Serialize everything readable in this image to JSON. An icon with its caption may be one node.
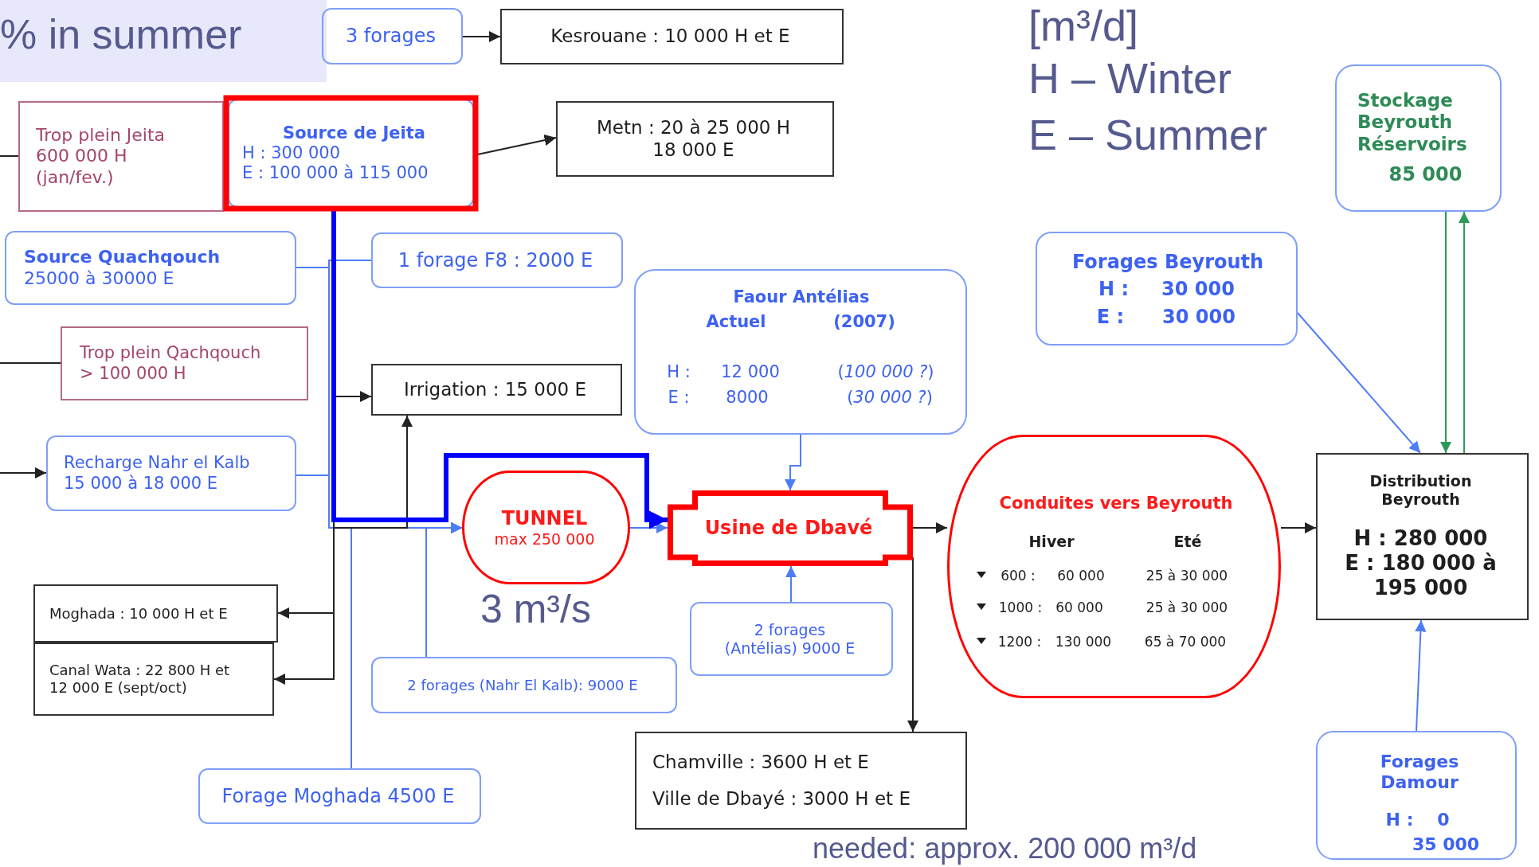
{
  "diagram": {
    "nodes": [
      {
        "text": [
          "3 forages"
        ]
      },
      {
        "text": [
          "Kesrouane : 10 000 H et E"
        ]
      },
      {
        "text": [
          "Trop plein Jeita",
          "600 000 H",
          "(jan/fev.)"
        ]
      },
      {
        "text": [
          "Source de Jeita",
          "H : 300 000",
          "E : 100 000 à 115 000"
        ]
      },
      {
        "text": [
          "Metn : 20 à 25 000 H",
          "18 000 E"
        ]
      },
      {
        "text": [
          "Source Quachqouch",
          "25000 à 30000 E"
        ]
      },
      {
        "text": [
          "1 forage F8 : 2000 E"
        ]
      },
      {
        "text": [
          "Trop plein Qachqouch",
          "> 100 000 H"
        ]
      },
      {
        "text": [
          "Irrigation : 15 000 E"
        ]
      },
      {
        "text": [
          "Faour Antélias",
          "Actuel",
          "(2007)",
          "H :",
          "12 000",
          "(*100 000 ?*)",
          "E :",
          "8000",
          "(*30 000 ?*)"
        ]
      },
      {
        "text": [
          "Forages Beyrouth",
          "H :",
          "30 000",
          "E :",
          "30 000"
        ]
      },
      {
        "text": [
          "Stockage Beyrouth Réservoirs",
          "85 000"
        ]
      },
      {
        "text": [
          "Recharge Nahr el Kalb",
          "15 000 à 18 000 E"
        ]
      },
      {
        "text": [
          "TUNNEL",
          "max 250 000"
        ]
      },
      {
        "text": [
          "Usine de Dbavé"
        ]
      },
      {
        "text": [
          "Conduites vers Beyrouth",
          "Hiver",
          "Eté",
          "600 :",
          "60 000",
          "25 à 30 000",
          "1000 :",
          "60 000",
          "25 à 30 000",
          "1200 :",
          "130 000",
          "65 à 70 000"
        ]
      },
      {
        "text": [
          "Distribution Beyrouth",
          "H : 280 000",
          "E : 180 000 à 195 000"
        ]
      },
      {
        "text": [
          "Moghada : 10 000 H et E"
        ]
      },
      {
        "text": [
          "Canal Wata : 22 800 H et 12 000 E (sept/oct)"
        ]
      },
      {
        "text": [
          "2 forages (Antélias) 9000 E"
        ]
      },
      {
        "text": [
          "2 forages (Nahr El Kalb): 9000 E"
        ]
      },
      {
        "text": [
          "Chamville : 3600 H et E",
          "Ville de Dbayé : 3000 H et E"
        ]
      },
      {
        "text": [
          "Forage Moghada 4500 E"
        ]
      },
      {
        "text": [
          "Forages Damour",
          "H :",
          "0",
          "35 000"
        ]
      }
    ],
    "edges": [
      {
        "from": 0,
        "to": 1,
        "arrow": "to"
      },
      {
        "from": 3,
        "to": 4,
        "arrow": "to"
      },
      {
        "from": null,
        "to": 2,
        "arrow": "none"
      },
      {
        "from": null,
        "to": 7,
        "arrow": "none"
      },
      {
        "from": null,
        "to": 12,
        "arrow": "to"
      },
      {
        "from": 3,
        "to": 8,
        "arrow": "to"
      },
      {
        "from": 3,
        "to": 8,
        "arrow": "to"
      },
      {
        "from": 3,
        "to": 17,
        "arrow": "to"
      },
      {
        "from": 3,
        "to": 18,
        "arrow": "to"
      },
      {
        "from": 5,
        "to": 13,
        "arrow": "to",
        "color": "#4f7cf7"
      },
      {
        "from": 6,
        "to": 13,
        "arrow": "to",
        "color": "#4f7cf7"
      },
      {
        "from": 12,
        "to": 13,
        "arrow": "to",
        "color": "#4f7cf7"
      },
      {
        "from": 22,
        "to": 13,
        "arrow": "to",
        "color": "#4f7cf7"
      },
      {
        "from": 20,
        "to": 13,
        "arrow": "to",
        "color": "#4f7cf7"
      },
      {
        "from": 13,
        "to": 14,
        "arrow": "to",
        "color": "#4f7cf7"
      },
      {
        "from": 3,
        "to": 14,
        "arrow": "to",
        "style": "thick",
        "color": "#0000ff"
      },
      {
        "from": 9,
        "to": 14,
        "arrow": "to",
        "color": "#4f7cf7"
      },
      {
        "from": 19,
        "to": 14,
        "arrow": "to",
        "color": "#4f7cf7"
      },
      {
        "from": 14,
        "to": 15,
        "arrow": "to"
      },
      {
        "from": 14,
        "to": 21,
        "arrow": "to"
      },
      {
        "from": 15,
        "to": 16,
        "arrow": "to"
      },
      {
        "from": 10,
        "to": 16,
        "arrow": "to",
        "color": "#4f7cf7"
      },
      {
        "from": 11,
        "to": 16,
        "arrow": "to",
        "color": "#2e9a5a"
      },
      {
        "from": 16,
        "to": 11,
        "arrow": "to",
        "color": "#2e9a5a"
      },
      {
        "from": 23,
        "to": 16,
        "arrow": "to",
        "color": "#4f7cf7"
      }
    ],
    "labels": [
      "% in summer",
      "[m³/d]",
      "H – Winter",
      "E – Summer",
      "3 m³/s",
      "needed: approx. 200 000 m³/d"
    ]
  }
}
